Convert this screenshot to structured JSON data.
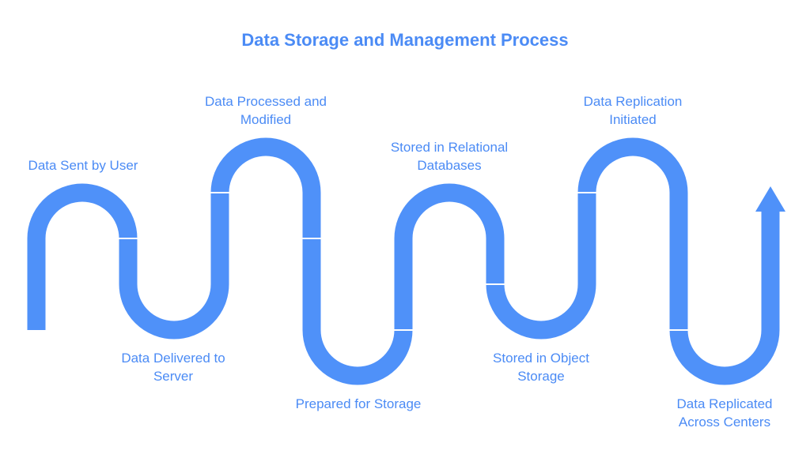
{
  "title": "Data Storage and Management Process",
  "colors": {
    "path": "#4f91f9",
    "text": "#4b8bf5",
    "divider": "#ffffff"
  },
  "steps": [
    {
      "lines": [
        "Data Sent by User"
      ]
    },
    {
      "lines": [
        "Data Delivered to",
        "Server"
      ]
    },
    {
      "lines": [
        "Data Processed and",
        "Modified"
      ]
    },
    {
      "lines": [
        "Prepared for Storage"
      ]
    },
    {
      "lines": [
        "Stored in Relational",
        "Databases"
      ]
    },
    {
      "lines": [
        "Stored in Object",
        "Storage"
      ]
    },
    {
      "lines": [
        "Data Replication",
        "Initiated"
      ]
    },
    {
      "lines": [
        "Data Replicated",
        "Across Centers"
      ]
    }
  ]
}
